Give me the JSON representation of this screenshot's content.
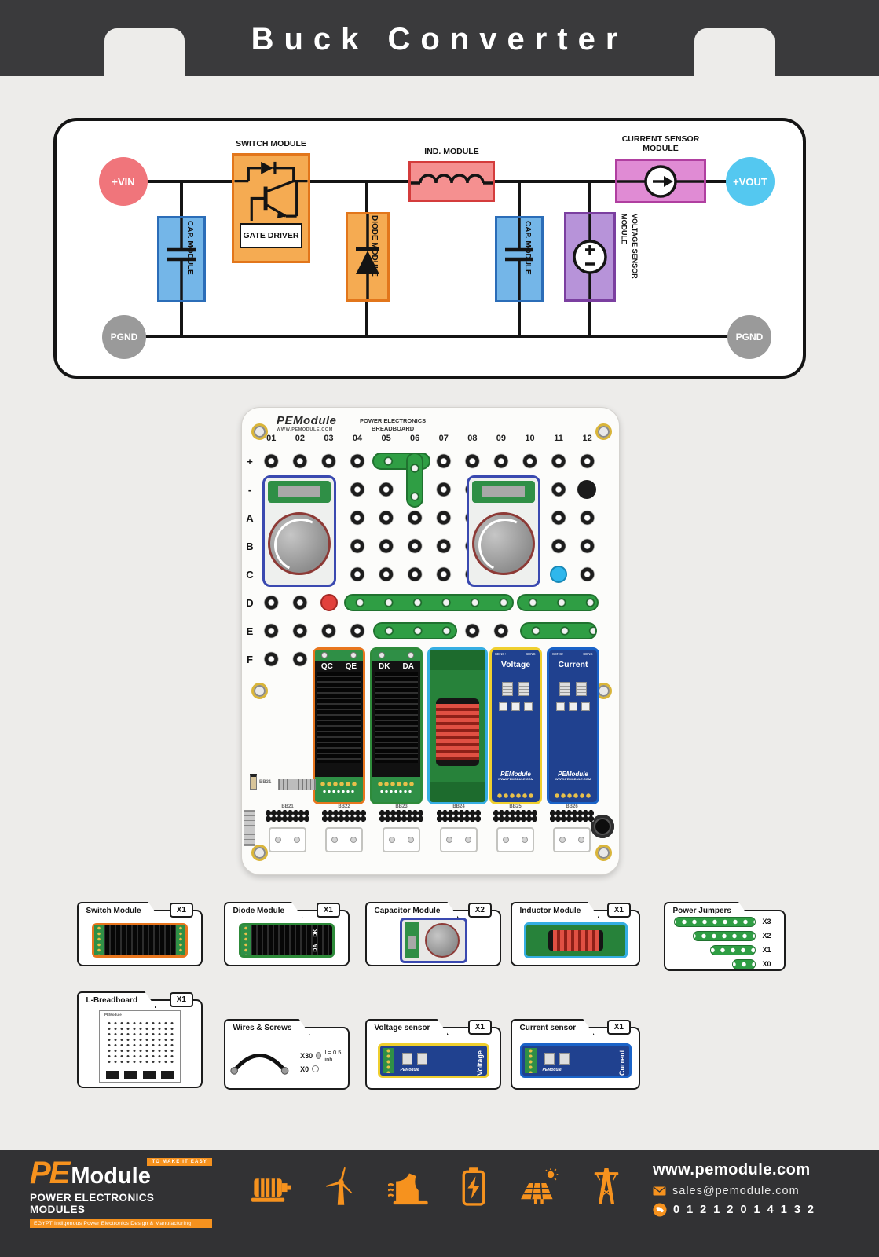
{
  "header": {
    "title": "Buck Converter"
  },
  "schematic": {
    "vin": "+VIN",
    "vout": "+VOUT",
    "pgnd_left": "PGND",
    "pgnd_right": "PGND",
    "switch_module": "SWITCH MODULE",
    "gate_driver": "GATE DRIVER",
    "cap_module_1": "CAP. MODULE",
    "cap_module_2": "CAP. MODULE",
    "diode_module": "DIODE MODULE",
    "inductor_module": "IND. MODULE",
    "voltage_sensor_module": "VOLTAGE SENSOR MODULE",
    "current_sensor_module": "CURRENT SENSOR MODULE",
    "colors": {
      "vin": "#f0757b",
      "vout": "#54c8f0",
      "pgnd": "#9a9a9a",
      "switch": "#f5ab52",
      "switch_border": "#e2761b",
      "cap": "#74b6e8",
      "cap_border": "#2b6db8",
      "diode": "#f5ab52",
      "diode_border": "#e2761b",
      "inductor": "#f59090",
      "inductor_border": "#d43c3c",
      "voltage_sensor": "#b793d9",
      "voltage_sensor_border": "#7b3fa0",
      "current_sensor": "#e08bd4",
      "current_sensor_border": "#b03fa0"
    }
  },
  "breadboard": {
    "brand": "PEModule",
    "brand_url": "WWW.PEMODULE.COM",
    "board_title_1": "POWER ELECTRONICS",
    "board_title_2": "BREADBOARD",
    "columns": [
      "01",
      "02",
      "03",
      "04",
      "05",
      "06",
      "07",
      "08",
      "09",
      "10",
      "11",
      "12"
    ],
    "rows": [
      "+",
      "-",
      "A",
      "B",
      "C",
      "D",
      "E",
      "F"
    ],
    "switch_left": "QC",
    "switch_right": "QE",
    "diode_left": "DK",
    "diode_right": "DA",
    "voltage_label": "Voltage",
    "current_label": "Current",
    "sens_plus": "SENS+",
    "sens_minus": "SENS-",
    "connectors": [
      "BB21",
      "BB22",
      "BB23",
      "BB24",
      "BB25",
      "BB26"
    ],
    "side_connector": "BB31"
  },
  "parts": {
    "switch": {
      "name": "Switch Module",
      "qty": "X1"
    },
    "diode": {
      "name": "Diode Module",
      "qty": "X1",
      "label_left": "DK",
      "label_right": "DA"
    },
    "capacitor": {
      "name": "Capacitor Module",
      "qty": "X2"
    },
    "inductor": {
      "name": "Inductor Module",
      "qty": "X1"
    },
    "jumpers": {
      "name": "Power Jumpers",
      "sizes": [
        "X3",
        "X2",
        "X1",
        "X0"
      ]
    },
    "lbreadboard": {
      "name": "L-Breadboard",
      "qty": "X1"
    },
    "wires": {
      "name": "Wires & Screws",
      "screw_qty": "X30",
      "wire_qty": "X0",
      "length": "L= 0.5 inh"
    },
    "voltage": {
      "name": "Voltage sensor",
      "qty": "X1",
      "label": "Voltage"
    },
    "current": {
      "name": "Current sensor",
      "qty": "X1",
      "label": "Current"
    }
  },
  "footer": {
    "logo_pe": "PE",
    "logo_module": "Module",
    "tagline": "TO MAKE IT EASY",
    "subtitle": "POWER ELECTRONICS MODULES",
    "description": "EGYPT Indigenous Power Electronics Design & Manufacturing",
    "website": "www.pemodule.com",
    "email": "sales@pemodule.com",
    "phone": "0 1 2 1 2 0 1 4 1 3 2",
    "accent": "#f6921e",
    "icons": [
      "motor-icon",
      "wind-turbine-icon",
      "hydro-dam-icon",
      "battery-icon",
      "solar-panel-icon",
      "power-tower-icon"
    ]
  }
}
